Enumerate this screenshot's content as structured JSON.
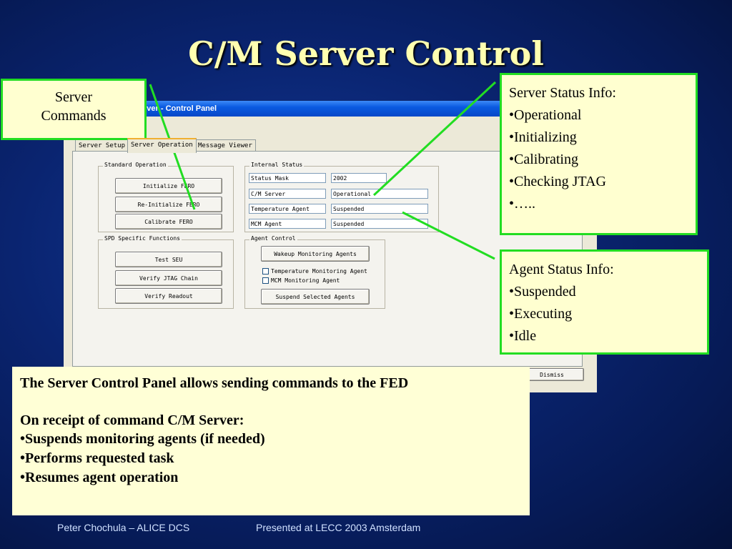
{
  "slide": {
    "title": "C/M Server Control",
    "footer_left": "Peter Chochula – ALICE DCS",
    "footer_right": "Presented at LECC 2003 Amsterdam"
  },
  "window": {
    "title": "rver - Control Panel",
    "tabs": [
      "Server Setup",
      "Server Operation",
      "Message Viewer"
    ],
    "active_tab": "Server Operation",
    "standard_operation": {
      "label": "Standard Operation",
      "buttons": [
        "Initialize FERO",
        "Re-Initialize FERO",
        "Calibrate FERO"
      ]
    },
    "internal_status": {
      "label": "Internal Status",
      "rows": [
        {
          "name": "Status Mask",
          "value": "2002"
        },
        {
          "name": "C/M Server",
          "value": "Operational"
        },
        {
          "name": "Temperature Agent",
          "value": "Suspended"
        },
        {
          "name": "MCM Agent",
          "value": "Suspended"
        }
      ]
    },
    "spd_functions": {
      "label": "SPD Specific Functions",
      "buttons": [
        "Test SEU",
        "Verify JTAG Chain",
        "Verify Readout"
      ]
    },
    "agent_control": {
      "label": "Agent Control",
      "wakeup_button": "Wakeup Monitoring Agents",
      "checkboxes": [
        "Temperature Monitoring Agent",
        "MCM Monitoring Agent"
      ],
      "suspend_button": "Suspend Selected Agents"
    },
    "dismiss_button": "Dismiss"
  },
  "callouts": {
    "server_commands": [
      "Server",
      "Commands"
    ],
    "server_status": [
      "Server Status Info:",
      "•Operational",
      "•Initializing",
      "•Calibrating",
      "•Checking JTAG",
      "•….."
    ],
    "agent_status": [
      "Agent Status Info:",
      "•Suspended",
      "•Executing",
      "•Idle"
    ],
    "description": {
      "heading": "The Server Control Panel allows  sending commands to the FED",
      "subheading": "On receipt of command C/M Server:",
      "bullets": [
        "•Suspends monitoring agents (if needed)",
        "•Performs requested task",
        "•Resumes agent operation"
      ]
    }
  },
  "colors": {
    "callout_border": "#22dd22",
    "callout_fill": "#ffffd0",
    "title_color": "#ffffb0"
  }
}
